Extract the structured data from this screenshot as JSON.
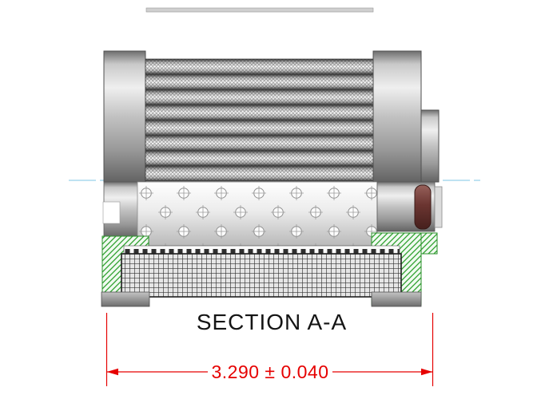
{
  "drawing": {
    "section_label": "SECTION A-A",
    "dimension": {
      "text": "3.290 ± 0.040",
      "value": "3.290",
      "tolerance": "± 0.040"
    },
    "colors": {
      "dimension_red": "#e60000",
      "hatch_green": "#2da02d",
      "centerline_blue": "#a8d8ee",
      "oring_maroon": "#6b3531",
      "section_label_black": "#141414"
    }
  }
}
